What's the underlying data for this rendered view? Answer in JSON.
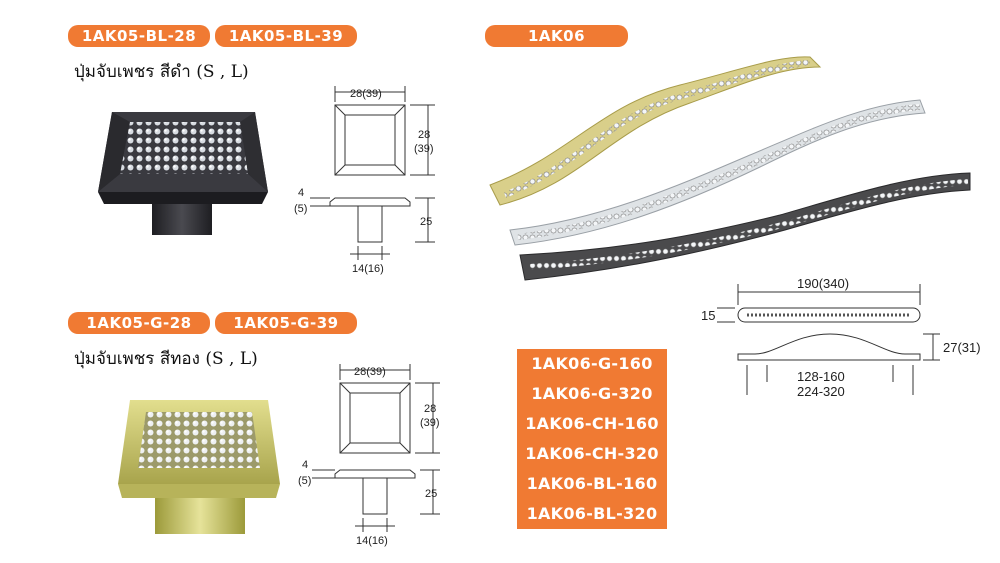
{
  "top_left": {
    "tags": [
      "1AK05-BL-28",
      "1AK05-BL-39"
    ],
    "description": "ปุ่มจับเพชร สีดำ (S , L)",
    "dims": {
      "width": "28(39)",
      "height": "28",
      "height_alt": "(39)",
      "flange": "4",
      "flange_alt": "(5)",
      "depth": "25",
      "base": "14(16)"
    }
  },
  "bottom_left": {
    "tags": [
      "1AK05-G-28",
      "1AK05-G-39"
    ],
    "description": "ปุ่มจับเพชร สีทอง (S , L)",
    "dims": {
      "width": "28(39)",
      "height": "28",
      "height_alt": "(39)",
      "flange": "4",
      "flange_alt": "(5)",
      "depth": "25",
      "base": "14(16)"
    }
  },
  "right": {
    "tag": "1AK06",
    "codes": [
      "1AK06-G-160",
      "1AK06-G-320",
      "1AK06-CH-160",
      "1AK06-CH-320",
      "1AK06-BL-160",
      "1AK06-BL-320"
    ],
    "dims": {
      "length": "190(340)",
      "thickness": "15",
      "height": "27(31)",
      "hole_small": "128-160",
      "hole_large": "224-320"
    }
  },
  "colors": {
    "tag_orange": "#f07a33",
    "knob_black": "#2a2a2e",
    "knob_gold": "#c9c46a",
    "handle_gold": "#d9cf8a",
    "handle_chrome": "#dfe3e6",
    "handle_black": "#4a4a4c"
  }
}
